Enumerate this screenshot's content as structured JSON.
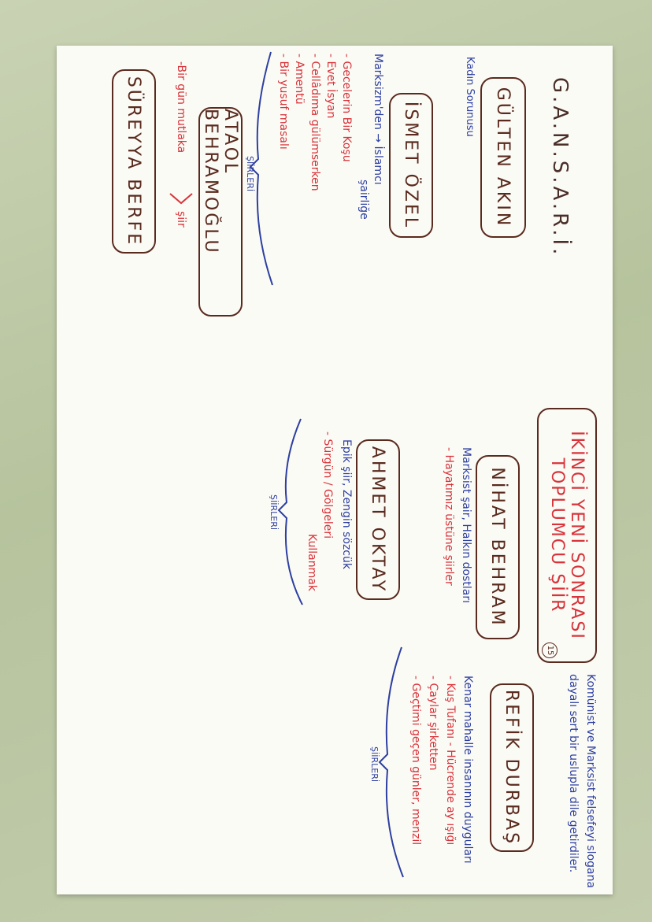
{
  "heading": {
    "title_left": "G.A.N.S.A.R.İ.",
    "title_main_1": "İKİNCİ YENİ SONRASI",
    "title_main_2": "TOPLUMCU ŞİİR",
    "page_number": "15",
    "description_1": "Komünist ve Marksist felsefeyi slogana",
    "description_2": "dayalı sert bir uslupla dile getirdiler."
  },
  "poets": {
    "gulten": {
      "name": "GÜLTEN AKIN",
      "notes": [
        "Kadın Sorunusu"
      ]
    },
    "ismet": {
      "name": "İSMET ÖZEL",
      "intro_1": "Marksizm'den → İslamcı",
      "intro_2": "şairliğe",
      "works": [
        "- Gecelerin Bir Koşu",
        "- Evet İsyan",
        "- Cellâdıma gülümserken",
        "- Amentü",
        "- Bir yusuf masalı"
      ],
      "label": "ŞİİRLERİ"
    },
    "ataol": {
      "name": "ATAOL BEHRAMOĞLU",
      "works": [
        "-Bir gün mutlaka",
        "şiir"
      ]
    },
    "sureyya": {
      "name": "SÜREYYA BERFE"
    },
    "nihat": {
      "name": "NİHAT BEHRAM",
      "notes": [
        "Marksist şair, Halkın dostları",
        "- Hayatımız üstüne şiirler"
      ]
    },
    "ahmet": {
      "name": "AHMET OKTAY",
      "notes": [
        "Epik şiir, Zengin sözcük"
      ],
      "works": [
        "- Sürgün / Gölgeleri",
        "Kullanmak"
      ],
      "label": "ŞİİRLERİ"
    },
    "refik": {
      "name": "REFİK DURBAŞ",
      "notes": [
        "Kenar mahalle insanının duyguları"
      ],
      "works": [
        "- Kuş Tufanı - Hücrende ay ışığı",
        "- Çaylar şirketten",
        "- Geçtimi geçen günler, menzil"
      ],
      "label": "ŞİİRLERİ"
    }
  },
  "colors": {
    "brown": "#5a2a1e",
    "blue": "#2d3fa0",
    "red": "#d8333a",
    "paper": "#fbfbf6",
    "background": "#b6c39d"
  }
}
